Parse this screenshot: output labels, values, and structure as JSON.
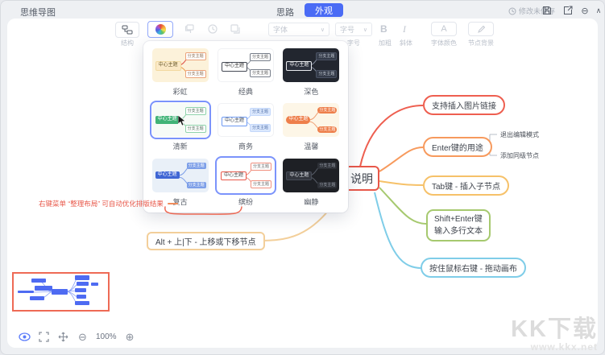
{
  "colors": {
    "accent": "#4a6bf5",
    "selection_blue": "#7b93fb",
    "annotation_red": "#e8584a",
    "minimap_border": "#ee6a55"
  },
  "header": {
    "app_title": "思维导图",
    "tab_outline": "思路",
    "tab_appearance": "外观",
    "save_status": "修改未保存"
  },
  "toolbar": {
    "structure_label": "结构",
    "font_placeholder": "字体",
    "font_size_placeholder": "字号",
    "font_size_label": "字号",
    "bold_glyph": "B",
    "bold_label": "加粗",
    "italic_glyph": "I",
    "italic_label": "斜体",
    "font_color_glyph": "A",
    "font_color_label": "字体颜色",
    "node_bg_label": "节点背景"
  },
  "theme_panel": {
    "preview": {
      "center": "中心主题",
      "child": "分支主题"
    },
    "themes": [
      {
        "name": "彩虹"
      },
      {
        "name": "经典"
      },
      {
        "name": "深色"
      },
      {
        "name": "清新"
      },
      {
        "name": "商务"
      },
      {
        "name": "温馨"
      },
      {
        "name": "复古"
      },
      {
        "name": "缤纷"
      },
      {
        "name": "幽静"
      }
    ]
  },
  "mindmap": {
    "root": {
      "label": "说明",
      "color": "#e8584a"
    },
    "branches": [
      {
        "label": "支持插入图片链接",
        "color": "#ee5f50"
      },
      {
        "label": "Enter键的用途",
        "color": "#f79a5d",
        "children": [
          "退出编辑模式",
          "添加同级节点"
        ]
      },
      {
        "label": "Tab键 - 插入子节点",
        "color": "#f6c169"
      },
      {
        "label": "Shift+Enter键\n输入多行文本",
        "color": "#a6c96f"
      },
      {
        "label": "按住鼠标右键 - 拖动画布",
        "color": "#7fcde8"
      },
      {
        "label": "Alt + 上|下 - 上移或下移节点",
        "color": "#f3cf9a"
      }
    ],
    "annotation": "右键菜单 “整理布局” 可自动优化排版结果"
  },
  "statusbar": {
    "zoom_level": "100%"
  },
  "watermark": {
    "title": "KK下载",
    "url": "www.kkx.net"
  }
}
